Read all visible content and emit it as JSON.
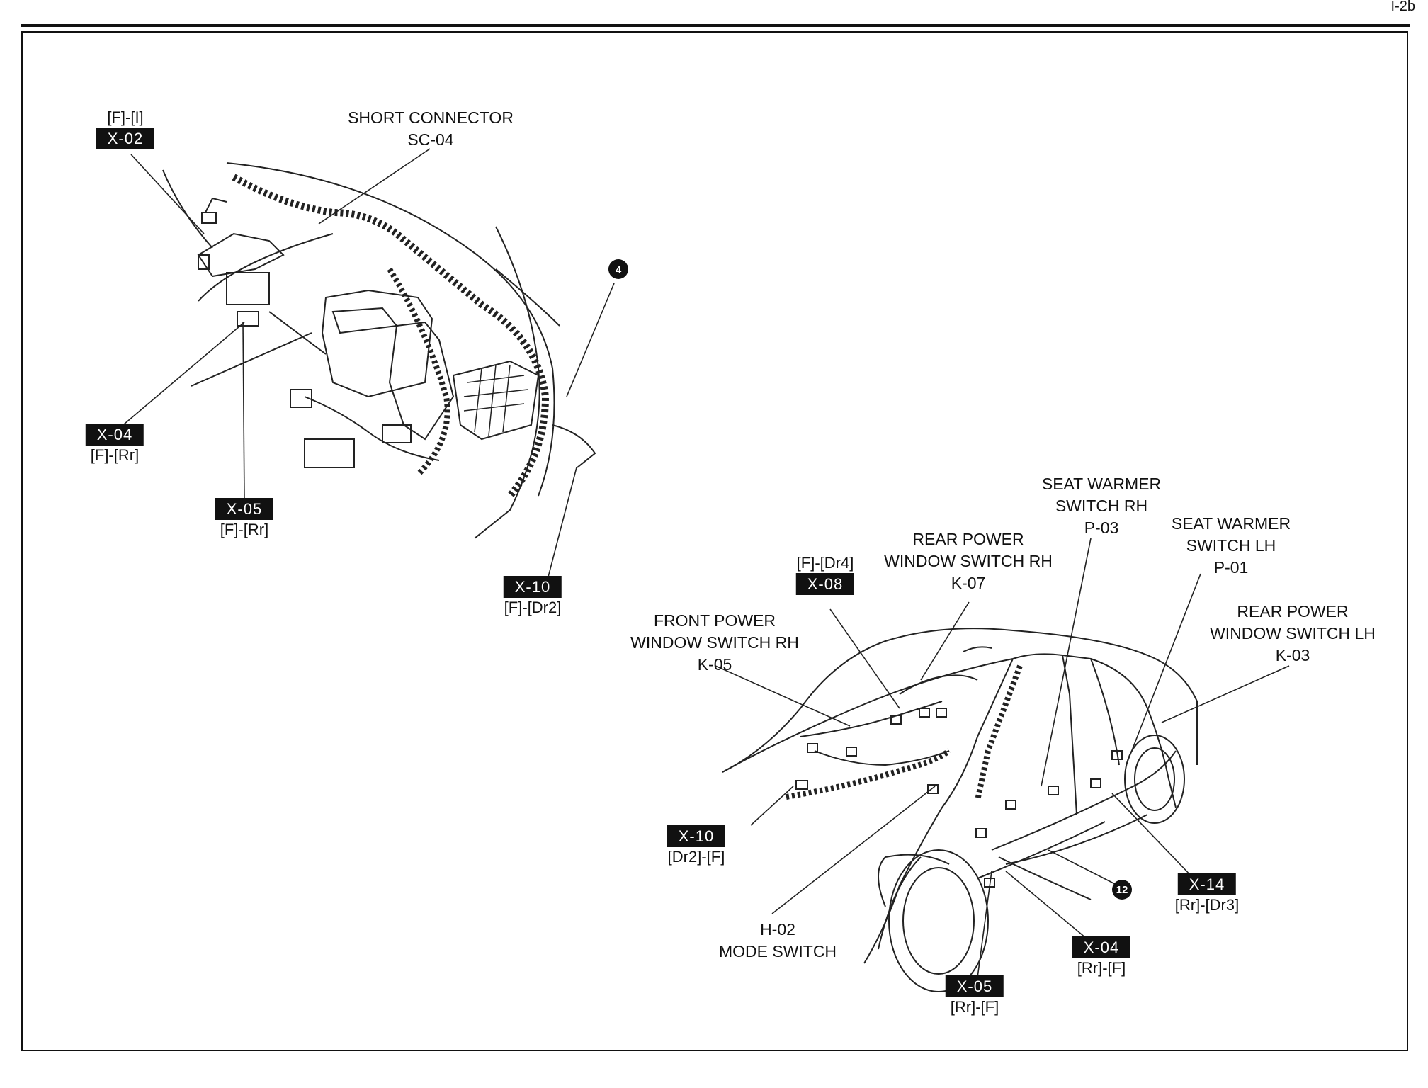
{
  "page": {
    "number": "I-2b"
  },
  "callouts": [
    {
      "id": "x02-front",
      "code": "[F]-[I]",
      "badge": "X-02",
      "order": "code-first"
    },
    {
      "id": "x04-front",
      "code": "[F]-[Rr]",
      "badge": "X-04",
      "order": "badge-first"
    },
    {
      "id": "x05-front",
      "code": "[F]-[Rr]",
      "badge": "X-05",
      "order": "badge-first"
    },
    {
      "id": "x10-front",
      "code": "[F]-[Dr2]",
      "badge": "X-10",
      "order": "badge-first"
    },
    {
      "id": "x08-door",
      "code": "[F]-[Dr4]",
      "badge": "X-08",
      "order": "code-first"
    },
    {
      "id": "x10-door",
      "code": "[Dr2]-[F]",
      "badge": "X-10",
      "order": "badge-first"
    },
    {
      "id": "x05-rear",
      "code": "[Rr]-[F]",
      "badge": "X-05",
      "order": "badge-first"
    },
    {
      "id": "x04-rear",
      "code": "[Rr]-[F]",
      "badge": "X-04",
      "order": "badge-first"
    },
    {
      "id": "x14-rear",
      "code": "[Rr]-[Dr3]",
      "badge": "X-14",
      "order": "badge-first"
    }
  ],
  "components": {
    "short_connector": {
      "name": "SHORT CONNECTOR",
      "code": "SC-04"
    },
    "front_pw_rh": {
      "line1": "FRONT POWER",
      "line2": "WINDOW SWITCH RH",
      "code": "K-05"
    },
    "rear_pw_rh": {
      "line1": "REAR POWER",
      "line2": "WINDOW SWITCH RH",
      "code": "K-07"
    },
    "seat_warmer_rh": {
      "line1": "SEAT WARMER",
      "line2": "SWITCH RH",
      "code": "P-03"
    },
    "seat_warmer_lh": {
      "line1": "SEAT WARMER",
      "line2": "SWITCH LH",
      "code": "P-01"
    },
    "rear_pw_lh": {
      "line1": "REAR POWER",
      "line2": "WINDOW SWITCH LH",
      "code": "K-03"
    },
    "mode_switch": {
      "code": "H-02",
      "name": "MODE SWITCH"
    }
  },
  "ground_points": [
    {
      "id": "g4",
      "label": "4"
    },
    {
      "id": "g12",
      "label": "12"
    }
  ]
}
